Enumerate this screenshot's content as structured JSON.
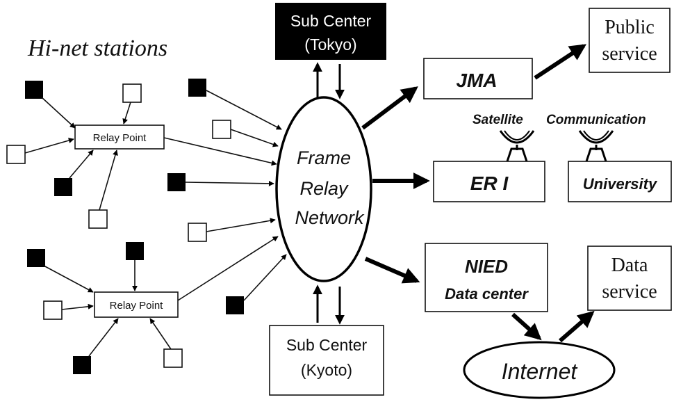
{
  "title": "Hi-net stations",
  "network": {
    "line1": "Frame",
    "line2": "Relay",
    "line3": "Network"
  },
  "relay_points": [
    {
      "label": "Relay Point"
    },
    {
      "label": "Relay Point"
    }
  ],
  "sub_centers": {
    "tokyo": {
      "line1": "Sub Center",
      "line2": "(Tokyo)"
    },
    "kyoto": {
      "line1": "Sub Center",
      "line2": "(Kyoto)"
    }
  },
  "nodes": {
    "jma": "JMA",
    "eri": "ER I",
    "university": "University",
    "nied_line1": "NIED",
    "nied_line2": "Data center",
    "internet": "Internet",
    "public_line1": "Public",
    "public_line2": "service",
    "data_line1": "Data",
    "data_line2": "service"
  },
  "communication": {
    "satellite": "Satellite",
    "communication": "Communication"
  },
  "colors": {
    "filled_station": "#000000",
    "empty_station": "#ffffff",
    "tokyo_box": "#000000",
    "line": "#000000"
  }
}
